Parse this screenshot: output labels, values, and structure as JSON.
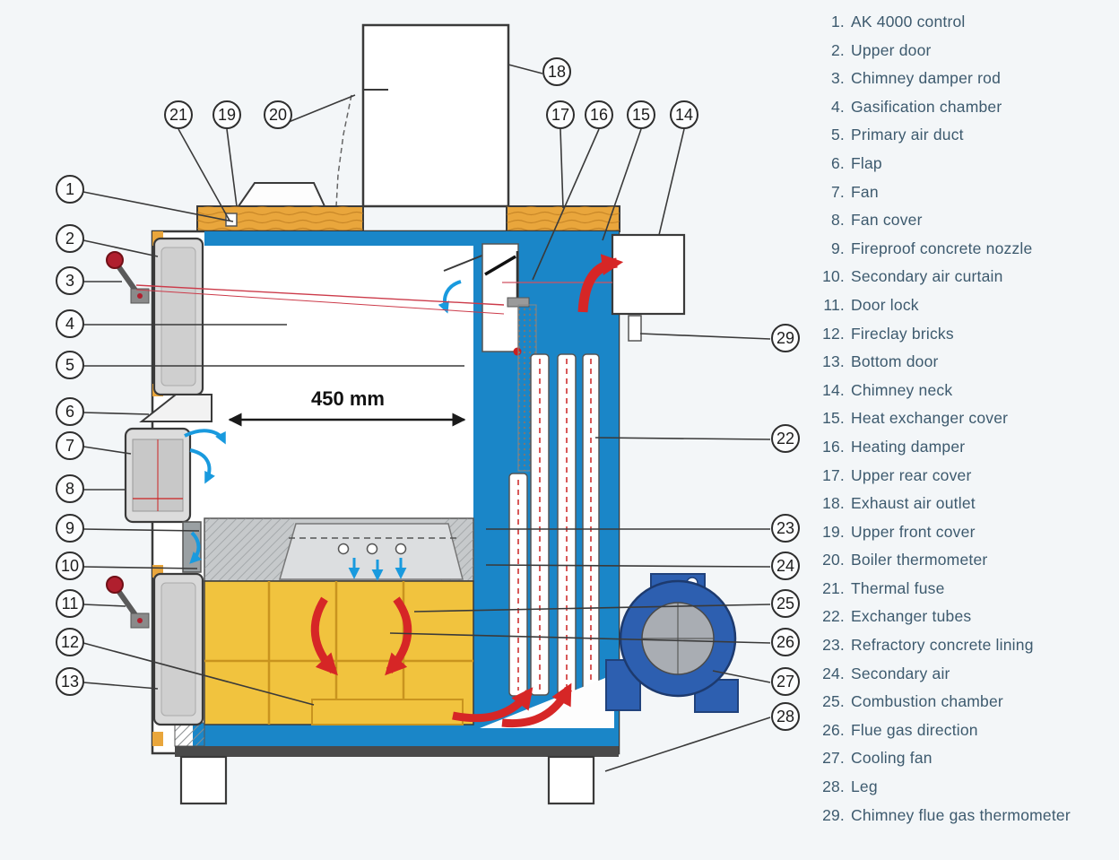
{
  "diagram": {
    "dimension_label": "450 mm",
    "callouts": [
      "1",
      "2",
      "3",
      "4",
      "5",
      "6",
      "7",
      "8",
      "9",
      "10",
      "11",
      "12",
      "13",
      "14",
      "15",
      "16",
      "17",
      "18",
      "19",
      "20",
      "21",
      "22",
      "23",
      "24",
      "25",
      "26",
      "27",
      "28",
      "29"
    ],
    "colors": {
      "water_jacket_blue": "#1a86c8",
      "cooling_fan_blue": "#2d5fb0",
      "firebrick_yellow": "#f1c33e",
      "wood_cover_orange": "#e9a63c",
      "hot_gas_arrow_red": "#d62626",
      "air_arrow_blue": "#199ade",
      "door_gray": "#d9d9d9",
      "concrete_gray": "#c6c9cb",
      "outline": "#3a3a3a",
      "legend_text": "#3d5a6e"
    }
  },
  "legend": {
    "items": [
      {
        "num": "1.",
        "label": "AK 4000 control"
      },
      {
        "num": "2.",
        "label": "Upper door"
      },
      {
        "num": "3.",
        "label": "Chimney damper rod"
      },
      {
        "num": "4.",
        "label": "Gasification chamber"
      },
      {
        "num": "5.",
        "label": "Primary air duct"
      },
      {
        "num": "6.",
        "label": "Flap"
      },
      {
        "num": "7.",
        "label": "Fan"
      },
      {
        "num": "8.",
        "label": "Fan cover"
      },
      {
        "num": "9.",
        "label": "Fireproof concrete nozzle"
      },
      {
        "num": "10.",
        "label": "Secondary air curtain"
      },
      {
        "num": "11.",
        "label": "Door lock"
      },
      {
        "num": "12.",
        "label": "Fireclay bricks"
      },
      {
        "num": "13.",
        "label": "Bottom door"
      },
      {
        "num": "14.",
        "label": "Chimney neck"
      },
      {
        "num": "15.",
        "label": "Heat exchanger cover"
      },
      {
        "num": "16.",
        "label": "Heating damper"
      },
      {
        "num": "17.",
        "label": "Upper rear cover"
      },
      {
        "num": "18.",
        "label": "Exhaust air outlet"
      },
      {
        "num": "19.",
        "label": "Upper front cover"
      },
      {
        "num": "20.",
        "label": "Boiler thermometer"
      },
      {
        "num": "21.",
        "label": "Thermal fuse"
      },
      {
        "num": "22.",
        "label": "Exchanger tubes"
      },
      {
        "num": "23.",
        "label": "Refractory concrete lining"
      },
      {
        "num": "24.",
        "label": "Secondary air"
      },
      {
        "num": "25.",
        "label": "Combustion chamber"
      },
      {
        "num": "26.",
        "label": "Flue gas direction"
      },
      {
        "num": "27.",
        "label": "Cooling fan"
      },
      {
        "num": "28.",
        "label": "Leg"
      },
      {
        "num": "29.",
        "label": "Chimney flue gas thermometer"
      }
    ]
  }
}
